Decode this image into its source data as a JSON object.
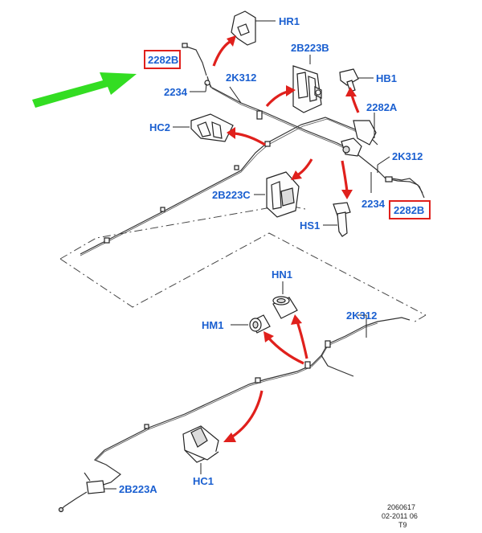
{
  "labels": {
    "hr1": "HR1",
    "p2282b_top": "2282B",
    "p2b223b": "2B223B",
    "p2234_top": "2234",
    "p2k312_top": "2K312",
    "hb1": "HB1",
    "p2282a": "2282A",
    "hc2": "HC2",
    "p2k312_right": "2K312",
    "p2b223c": "2B223C",
    "p2234_right": "2234",
    "p2282b_right": "2282B",
    "hs1": "HS1",
    "hn1": "HN1",
    "hm1": "HM1",
    "p2k312_bottom": "2K312",
    "p2b223a": "2B223A",
    "hc1": "HC1"
  },
  "footer": {
    "line1": "2060617",
    "line2": "02-2011 06",
    "line3": "T9"
  },
  "colors": {
    "label": "#1a5fd0",
    "arrow": "#e0201c",
    "pointer": "#33dd22",
    "highlight_box": "#e0201c"
  }
}
